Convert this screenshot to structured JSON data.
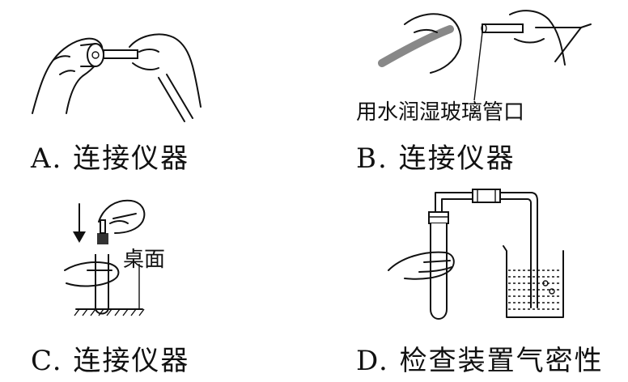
{
  "panels": {
    "a": {
      "caption": "A. 连接仪器"
    },
    "b": {
      "caption": "B. 连接仪器",
      "note": "用水润湿玻璃管口"
    },
    "c": {
      "caption": "C. 连接仪器",
      "note": "桌面"
    },
    "d": {
      "caption": "D. 检查装置气密性"
    }
  }
}
